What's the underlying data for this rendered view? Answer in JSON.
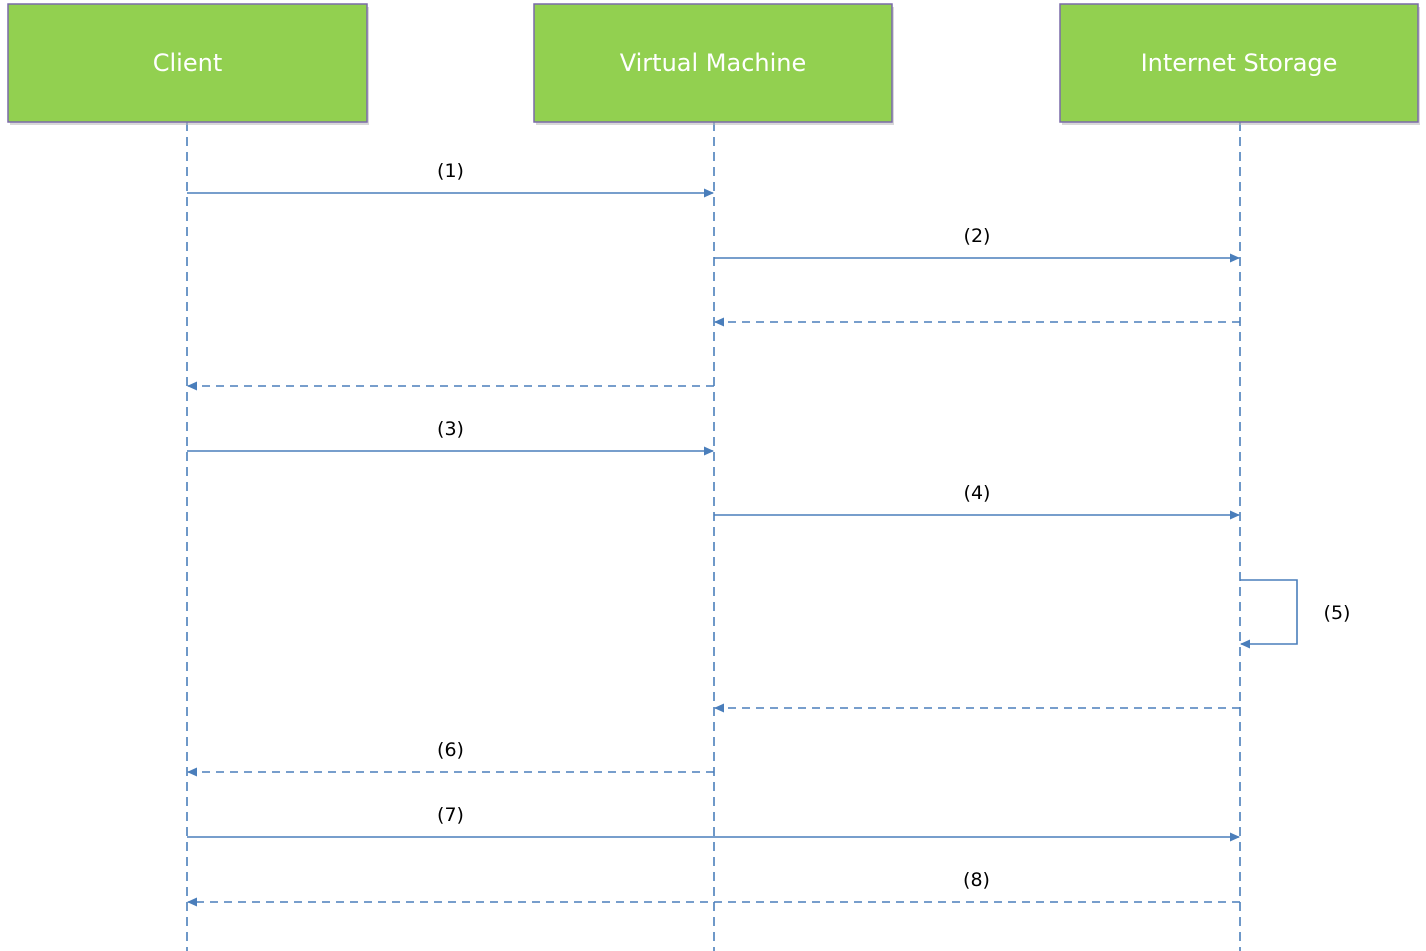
{
  "actors": [
    {
      "id": "client",
      "label": "Client"
    },
    {
      "id": "vm",
      "label": "Virtual Machine"
    },
    {
      "id": "storage",
      "label": "Internet Storage"
    }
  ],
  "messages": [
    {
      "from": "client",
      "to": "vm",
      "kind": "call",
      "label": "(1)"
    },
    {
      "from": "vm",
      "to": "storage",
      "kind": "call",
      "label": "(2)"
    },
    {
      "from": "storage",
      "to": "vm",
      "kind": "return",
      "label": ""
    },
    {
      "from": "vm",
      "to": "client",
      "kind": "return",
      "label": ""
    },
    {
      "from": "client",
      "to": "vm",
      "kind": "call",
      "label": "(3)"
    },
    {
      "from": "vm",
      "to": "storage",
      "kind": "call",
      "label": "(4)"
    },
    {
      "from": "storage",
      "to": "storage",
      "kind": "self",
      "label": "(5)"
    },
    {
      "from": "storage",
      "to": "vm",
      "kind": "return",
      "label": ""
    },
    {
      "from": "vm",
      "to": "client",
      "kind": "return",
      "label": "(6)"
    },
    {
      "from": "client",
      "to": "storage",
      "kind": "call",
      "label": "(7)"
    },
    {
      "from": "storage",
      "to": "client",
      "kind": "return",
      "label": "(8)"
    }
  ],
  "colors": {
    "actor_fill": "#92d050",
    "actor_border": "#7a6aa8",
    "line": "#4a7ebb",
    "actor_text": "#ffffff",
    "label_text": "#000000"
  }
}
